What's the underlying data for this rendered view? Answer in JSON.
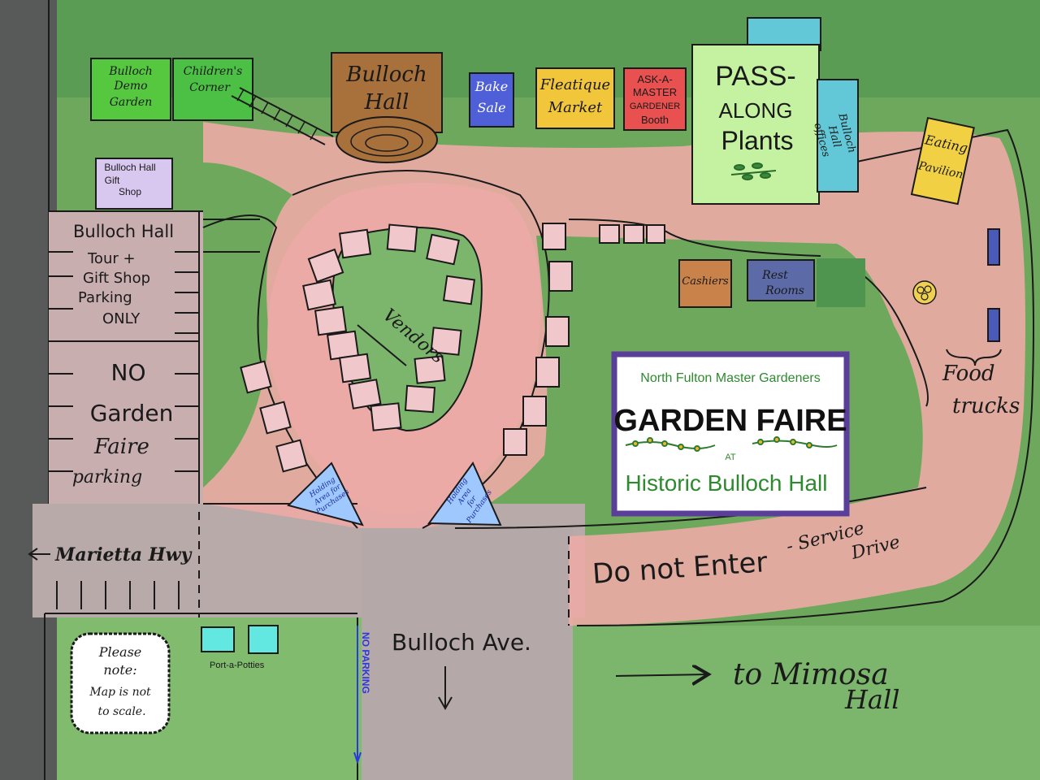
{
  "map": {
    "buildings": {
      "demo_garden": [
        "Bulloch",
        "Demo",
        "Garden"
      ],
      "childrens_corner": [
        "Children's",
        "Corner"
      ],
      "bulloch_hall": [
        "Bulloch",
        "Hall"
      ],
      "bake_sale": [
        "Bake",
        "Sale"
      ],
      "fleatique": [
        "Fleatique",
        "Market"
      ],
      "ask_master": [
        "ASK-A-",
        "MASTER",
        "GARDENER",
        "Booth"
      ],
      "pass_along": [
        "PASS-",
        "ALONG",
        "Plants"
      ],
      "offices": [
        "Bulloch",
        "Hall",
        "offices"
      ],
      "eating_pavilion": [
        "Eating",
        "Pavilion"
      ],
      "gift_shop": [
        "Bulloch Hall",
        "Gift",
        "Shop"
      ],
      "cashiers": "Cashiers",
      "restrooms": [
        "Rest",
        "Rooms"
      ]
    },
    "parking": {
      "tour_lines": [
        "Bulloch Hall",
        "Tour +",
        "Gift Shop",
        "Parking",
        "ONLY"
      ],
      "no_lines": [
        "NO",
        "Garden",
        "Faire",
        "parking"
      ]
    },
    "areas": {
      "vendors": "Vendors",
      "holding_left": [
        "Holding",
        "Area for",
        "Purchases"
      ],
      "holding_right": [
        "Holding",
        "Area",
        "for",
        "Purchases"
      ],
      "food_trucks": [
        "Food",
        "trucks"
      ],
      "port_a_potties": "Port-a-Potties",
      "no_parking": "NO PARKING"
    },
    "roads": {
      "marietta": "Marietta Hwy",
      "bulloch_ave": "Bulloch Ave.",
      "do_not_enter": "Do not Enter",
      "service_drive": [
        "- Service",
        "Drive"
      ],
      "to_mimosa": [
        "to Mimosa",
        "Hall"
      ]
    },
    "note": [
      "Please",
      "note:",
      "Map is not",
      "to scale."
    ],
    "sign": {
      "org": "North Fulton Master Gardeners",
      "title": "GARDEN FAIRE",
      "at": "AT",
      "venue": "Historic Bulloch Hall"
    },
    "icons": {
      "left_arrow": "left-arrow-icon",
      "down_arrow": "down-arrow-icon",
      "right_arrow": "right-arrow-icon",
      "plant_sprig": "plant-sprig-icon",
      "bushes": "bushes-icon"
    },
    "colors": {
      "grass": "#6ea85c",
      "path": "#ecaaa6",
      "pavement": "#b8aaa8",
      "demo_garden": "#55c840",
      "bulloch_hall": "#a8703a",
      "bake_sale": "#4e5fd8",
      "fleatique": "#f2c63a",
      "ask_master": "#e8514f",
      "pass_along": "#c4f2a0",
      "offices": "#62c8d8",
      "eating_pavilion": "#f2d044",
      "gift_shop": "#d8c8f0",
      "cashiers": "#c8824a",
      "restrooms": "#5c6aa8",
      "holding": "#9fc8ff",
      "port_a_potties": "#62e8e0",
      "food_truck": "#4a5ab8",
      "sign_border": "#5a3e9a",
      "sign_text": "#2e8a2e"
    }
  }
}
